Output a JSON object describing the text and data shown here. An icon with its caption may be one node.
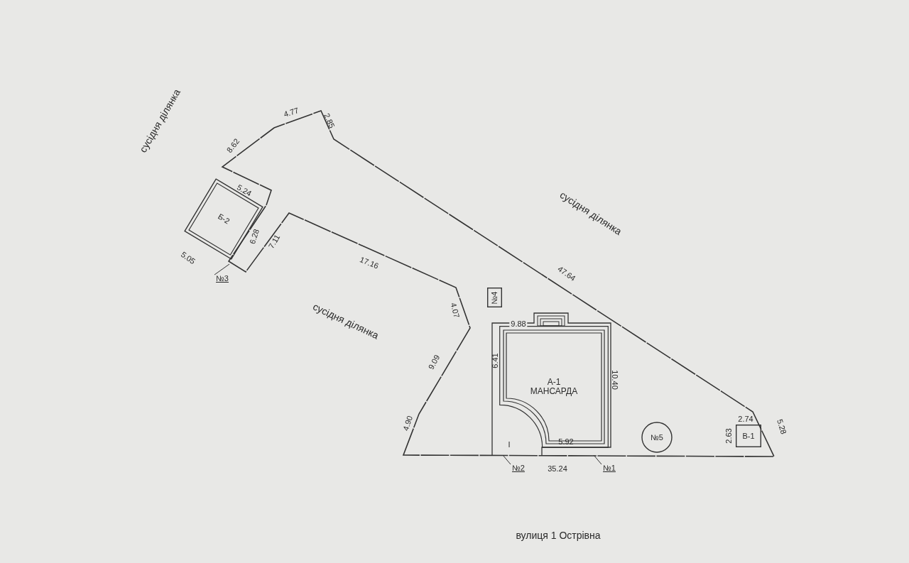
{
  "diagram": {
    "nodes": [
      {
        "text": [
          "Б-2"
        ]
      },
      {
        "text": [
          "№4"
        ]
      },
      {
        "text": [
          "А-1",
          "МАНСАРДА"
        ]
      },
      {
        "text": [
          "№5"
        ]
      },
      {
        "text": [
          "В-1"
        ]
      },
      {
        "text": [
          "№3"
        ]
      },
      {
        "text": [
          "№2"
        ]
      },
      {
        "text": [
          "№1"
        ]
      }
    ],
    "edges": [
      {
        "from": 5,
        "to": null,
        "arrow": "none"
      },
      {
        "from": 6,
        "to": null,
        "arrow": "none"
      },
      {
        "from": 7,
        "to": null,
        "arrow": "none"
      }
    ],
    "labels": [
      "сусідня ділянка",
      "4.77",
      "2.85",
      "8.62",
      "5.24",
      "сусідня ділянка",
      "6.28",
      "7.11",
      "5.05",
      "17.16",
      "47.64",
      "сусідня ділянка",
      "4.07",
      "9.88",
      "6.41",
      "10.40",
      "9.09",
      "4.90",
      "2.74",
      "5.28",
      "2.63",
      "I",
      "5.92",
      "35.24",
      "вулиця 1 Острівна"
    ]
  }
}
